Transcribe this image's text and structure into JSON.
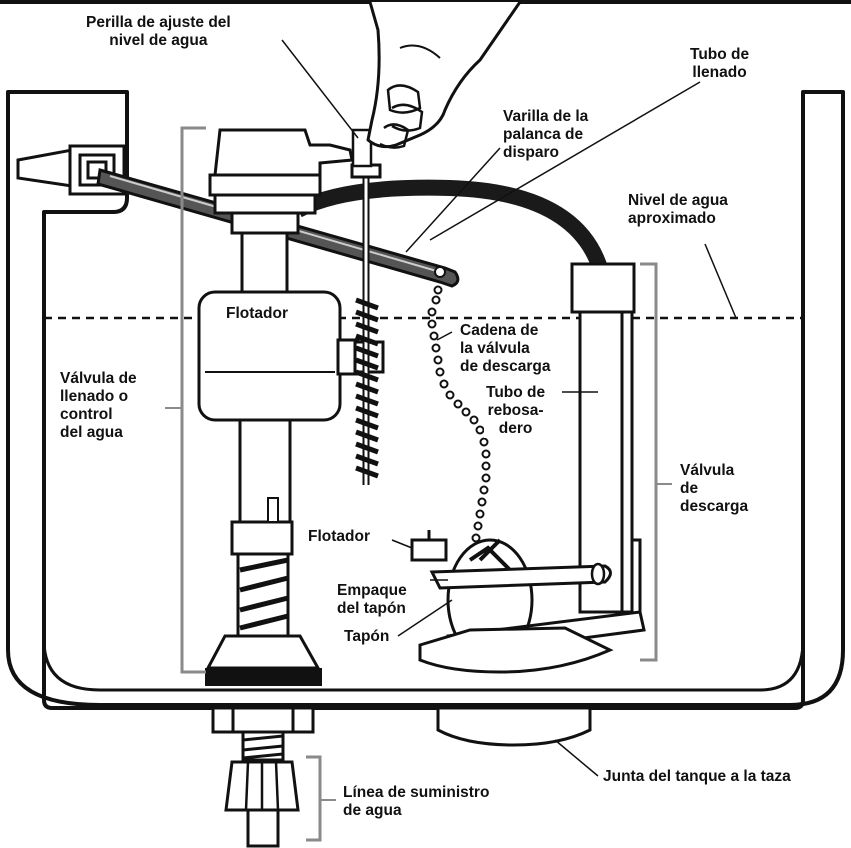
{
  "labels": {
    "perilla": [
      "Perilla de ajuste del",
      "nivel de agua"
    ],
    "tubo_llenado": [
      "Tubo de",
      "llenado"
    ],
    "varilla": [
      "Varilla de la",
      "palanca de",
      "disparo"
    ],
    "nivel": [
      "Nivel de agua",
      "aproximado"
    ],
    "flotador_top": "Flotador",
    "cadena": [
      "Cadena de",
      "la válvula",
      "de descarga"
    ],
    "tubo_rebosadero": [
      "Tubo de",
      "rebosa-",
      "dero"
    ],
    "valvula_llenado": [
      "Válvula de",
      "llenado o",
      "control",
      "del agua"
    ],
    "valvula_descarga": [
      "Válvula",
      "de",
      "descarga"
    ],
    "flotador_small": "Flotador",
    "empaque": [
      "Empaque",
      "del tapón"
    ],
    "tapon": "Tapón",
    "linea": [
      "Línea de suministro",
      "de agua"
    ],
    "junta": "Junta del tanque a la taza"
  },
  "colors": {
    "ink": "#111111",
    "bracket": "#8a8a8a",
    "tube": "#1a1a1a"
  }
}
